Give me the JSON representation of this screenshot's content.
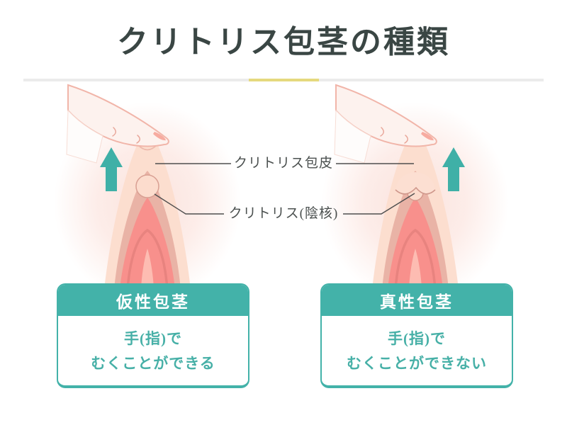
{
  "title": "クリトリス包茎の種類",
  "accent_colors": {
    "teal": "#43b2a9",
    "teal_text": "#47b0a7",
    "yellow": "#e5d97e",
    "divider_gray": "#ebebeb",
    "title_color": "#3a4644",
    "connector_gray": "#4f4f4f"
  },
  "annotations": {
    "hood_label": "クリトリス包皮",
    "clitoris_label": "クリトリス(陰核)"
  },
  "diagrams": [
    {
      "id": "pseudo",
      "illustration": "vulva with clitoral glans exposed, finger lifting hood, up arrow on left",
      "arrow_side": "left",
      "box_title": "仮性包茎",
      "desc_line1": "手(指)で",
      "desc_line2": "むくことができる"
    },
    {
      "id": "true",
      "illustration": "vulva with clitoral glans covered by hood, finger lifting hood, up arrow on right",
      "arrow_side": "right",
      "box_title": "真性包茎",
      "desc_line1": "手(指)で",
      "desc_line2": "むくことができない"
    }
  ]
}
